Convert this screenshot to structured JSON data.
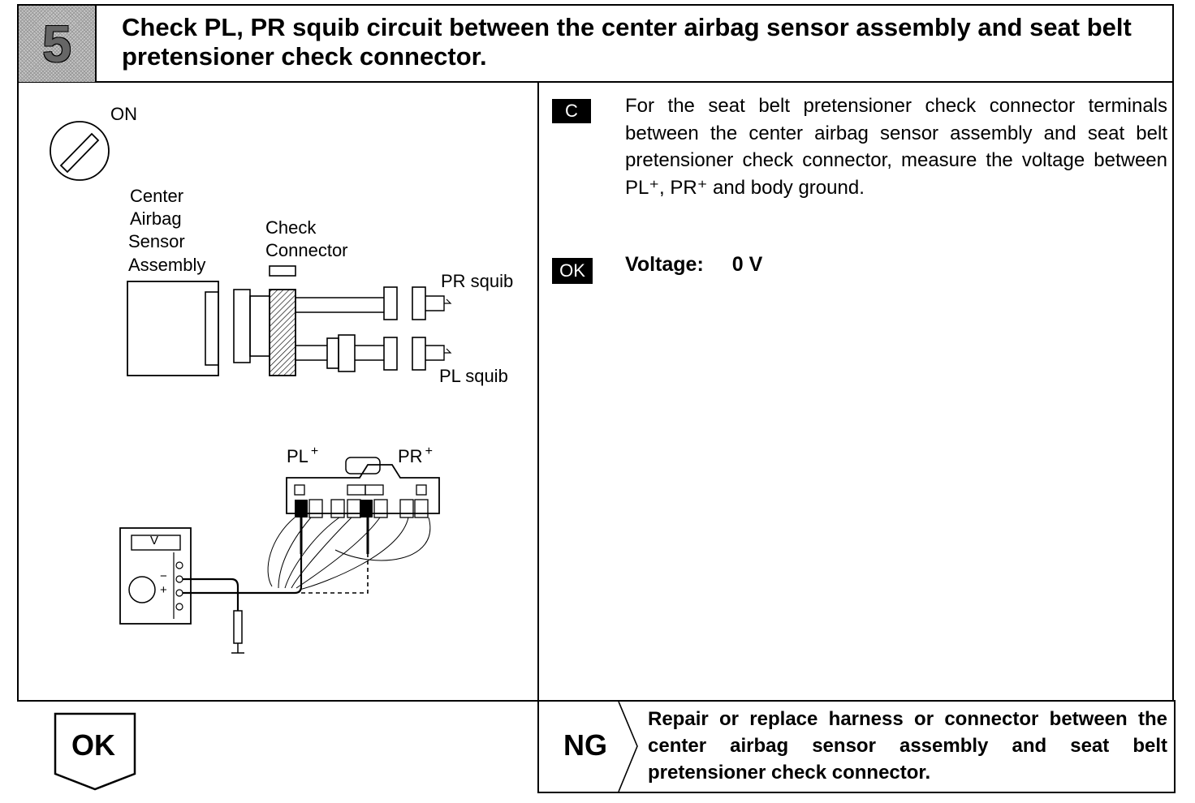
{
  "step": {
    "number": "5",
    "title": "Check PL, PR squib circuit between the center airbag sensor assembly and seat belt pretensioner check connector."
  },
  "diagram": {
    "ignition_label": "ON",
    "sensor_label": [
      "Center",
      "Airbag",
      "Sensor",
      "Assembly"
    ],
    "connector_label": [
      "Check",
      "Connector"
    ],
    "pr_squib": "PR squib",
    "pl_squib": "PL squib",
    "pl_plus": "PL",
    "pr_plus": "PR",
    "plus_sign": "+",
    "meter_unit": "V",
    "meter_minus": "−",
    "meter_plus": "+"
  },
  "instruction": {
    "tag": "C",
    "text": "For the seat belt pretensioner check connector terminals between the center airbag sensor assembly and seat belt pretensioner check connector, measure the voltage between PL⁺, PR⁺ and body ground."
  },
  "spec": {
    "tag": "OK",
    "label": "Voltage:",
    "value": "0 V"
  },
  "result_ok": {
    "label": "OK"
  },
  "result_ng": {
    "label": "NG",
    "text": "Repair or replace harness or connector between the center airbag sensor assembly and seat belt pretensioner check connector."
  }
}
